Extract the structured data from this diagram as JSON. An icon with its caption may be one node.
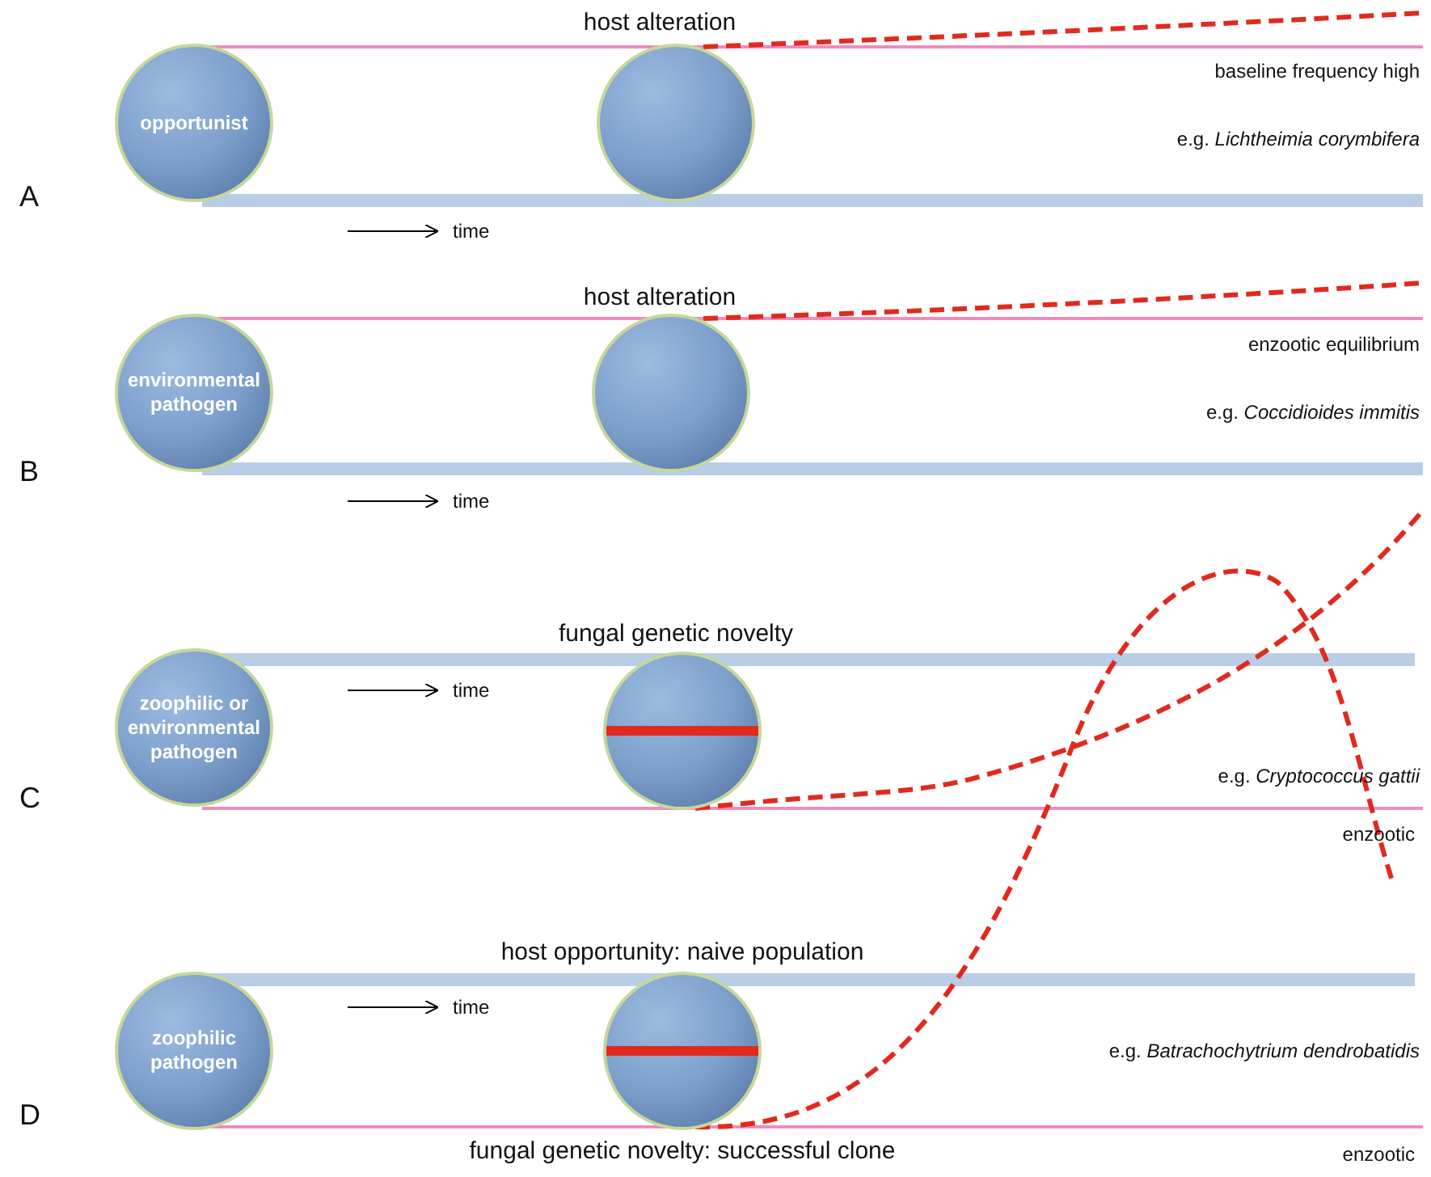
{
  "diagram": {
    "nodes": [
      {
        "text": [
          "opportunist"
        ]
      },
      {
        "text": [],
        "shape": "circle"
      },
      {
        "text": [
          "environmental pathogen"
        ]
      },
      {
        "text": [],
        "shape": "circle"
      },
      {
        "text": [
          "zoophilic or environmental pathogen"
        ]
      },
      {
        "text": [],
        "shape": "circle"
      },
      {
        "text": [
          "zoophilic pathogen"
        ]
      },
      {
        "text": [],
        "shape": "circle"
      }
    ],
    "edges": [],
    "labels": [
      "host alteration",
      "baseline frequency high",
      "e.g. *Lichtheimia corymbifera*",
      "A",
      "time",
      "host alteration",
      "enzootic equilibrium",
      "e.g. *Coccidioides immitis*",
      "B",
      "time",
      "fungal genetic novelty",
      "time",
      "e.g. *Cryptococcus gattii*",
      "C",
      "enzootic",
      "host opportunity: naive population",
      "time",
      "e.g. *Batrachochytrium dendrobatidis*",
      "D",
      "fungal genetic novelty: successful clone",
      "enzootic"
    ]
  }
}
